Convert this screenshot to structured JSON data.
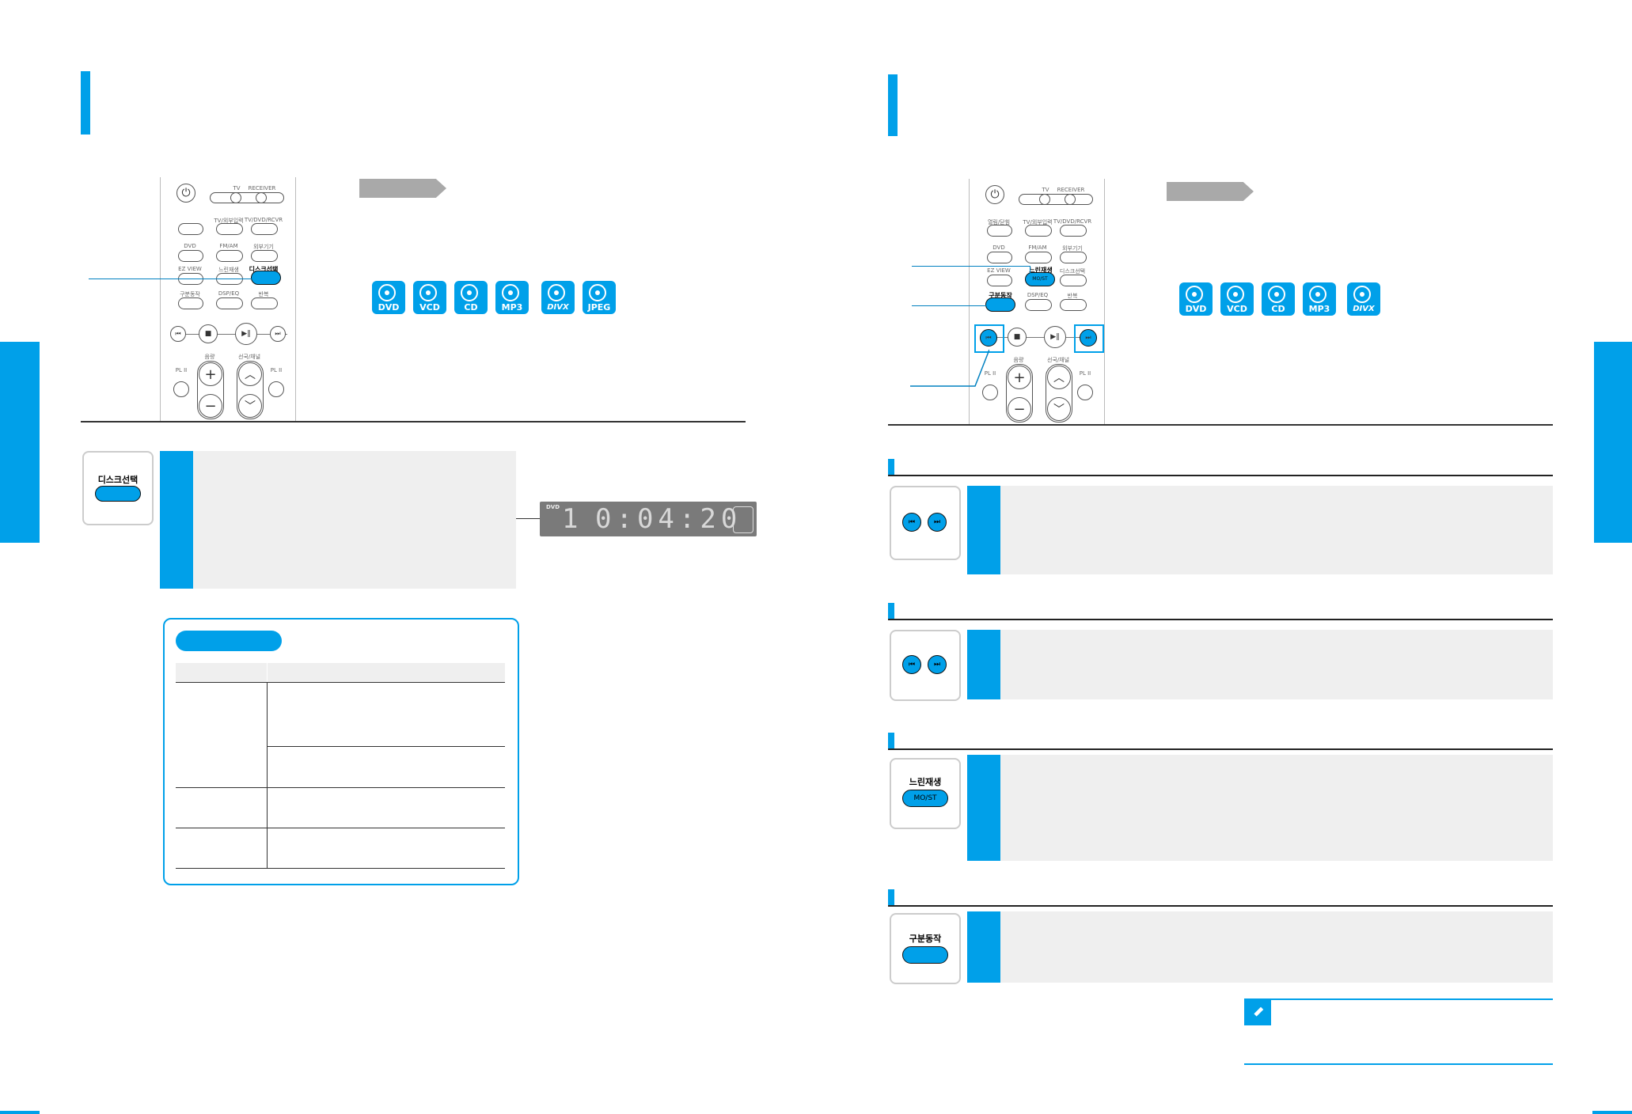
{
  "remote_left": {
    "labels": {
      "tv": "TV",
      "receiver": "RECEIVER",
      "tv_input": "TV/외부입력",
      "tv_dvd": "TV/DVD/RCVR",
      "dvd": "DVD",
      "fmam": "FM/AM",
      "aux": "외부기기",
      "ezview": "EZ VIEW",
      "slow": "느린재생",
      "disc_select": "디스크선택",
      "step": "구분동작",
      "dsp": "DSP/EQ",
      "repeat": "반복",
      "volume": "음량",
      "tuning": "선국/채널",
      "pl_left": "PL II",
      "pl_right": "PL II"
    }
  },
  "remote_right": {
    "labels": {
      "tv": "TV",
      "receiver": "RECEIVER",
      "open": "열림/닫힘",
      "tv_input": "TV/외부입력",
      "tv_dvd": "TV/DVD/RCVR",
      "dvd": "DVD",
      "fmam": "FM/AM",
      "aux": "외부기기",
      "ezview": "EZ VIEW",
      "slow": "느린재생",
      "disc_select": "디스크선택",
      "step": "구분동작",
      "dsp": "DSP/EQ",
      "repeat": "반복",
      "volume": "음량",
      "tuning": "선국/채널",
      "pl_left": "PL II",
      "pl_right": "PL II"
    },
    "slow_sub": "MO/ST"
  },
  "discs_left": [
    "DVD",
    "VCD",
    "CD",
    "MP3",
    "DIVX",
    "JPEG"
  ],
  "discs_right": [
    "DVD",
    "VCD",
    "CD",
    "MP3",
    "DIVX"
  ],
  "keys": {
    "disc_select": "디스크선택",
    "slow": "느린재생",
    "slow_sub": "MO/ST",
    "step": "구분동작"
  },
  "display": {
    "tag": "DVD",
    "track": "1",
    "time": "0:04:20"
  },
  "colors": {
    "accent": "#00a0e9",
    "panel": "#efefef",
    "tag": "#a9a9a9"
  }
}
